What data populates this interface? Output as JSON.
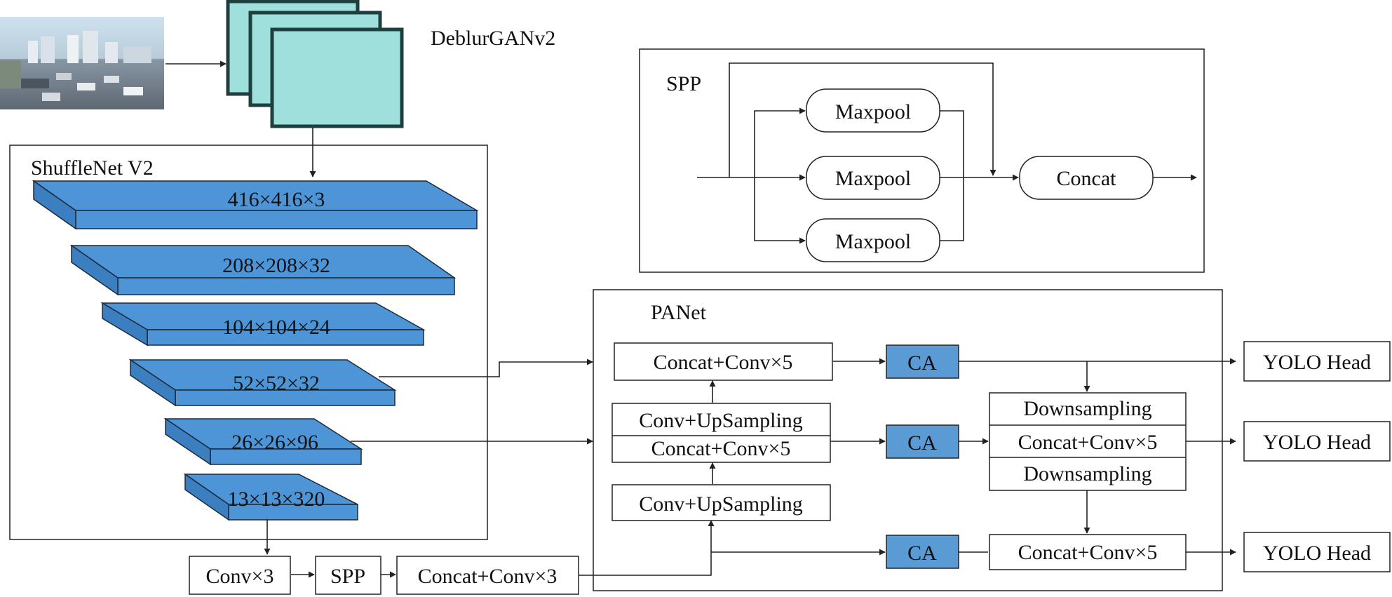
{
  "colors": {
    "slab": "#4d95d6",
    "slab_dark": "#3b7fc0",
    "ca_fill": "#5b9bd5",
    "deblur_fill": "#9fe0dc",
    "deblur_edge": "#1f3f3f"
  },
  "deblur": {
    "title": "DeblurGANv2"
  },
  "input_image": {
    "icon": "city-traffic-photo"
  },
  "backbone": {
    "title": "ShuffleNet V2",
    "layers": [
      "416×416×3",
      "208×208×32",
      "104×104×24",
      "52×52×32",
      "26×26×96",
      "13×13×320"
    ]
  },
  "spp_detail": {
    "title": "SPP",
    "maxpool": [
      "Maxpool",
      "Maxpool",
      "Maxpool"
    ],
    "concat": "Concat"
  },
  "panet": {
    "title": "PANet",
    "concat_conv5": "Concat+Conv×5",
    "conv_upsampling": "Conv+UpSampling",
    "downsampling": "Downsampling",
    "ca": "CA",
    "yolo_head": "YOLO Head"
  },
  "bottom_chain": {
    "conv3": "Conv×3",
    "spp": "SPP",
    "concat_conv3": "Concat+Conv×3"
  }
}
